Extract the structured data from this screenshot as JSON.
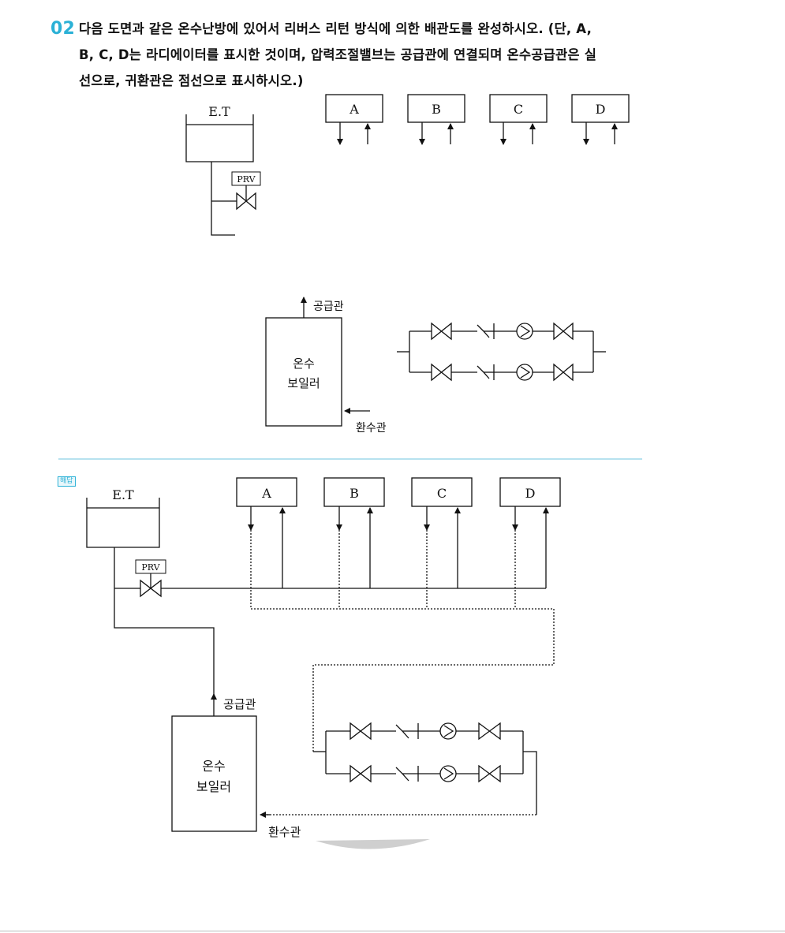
{
  "question": {
    "number": "02",
    "lines": [
      "다음 도면과 같은 온수난방에 있어서 리버스 리턴 방식에 의한 배관도를 완성하시오. (단, A,",
      "B, C, D는 라디에이터를 표시한 것이며, 압력조절밸브는 공급관에 연결되며 온수공급관은 실",
      "선으로, 귀환관은 점선으로 표시하시오.)"
    ]
  },
  "labels": {
    "expansion_tank": "E.T",
    "prv": "PRV",
    "radiators": [
      "A",
      "B",
      "C",
      "D"
    ],
    "supply_pipe": "공급관",
    "return_pipe": "환수관",
    "boiler_line1": "온수",
    "boiler_line2": "보일러"
  },
  "answer": {
    "tag": "해답"
  }
}
